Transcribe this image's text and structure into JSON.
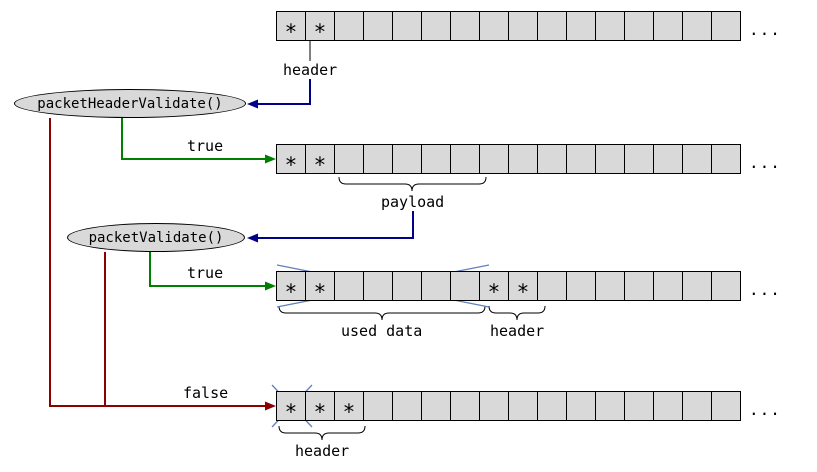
{
  "nodes": {
    "packet_header_validate": "packetHeaderValidate()",
    "packet_validate": "packetValidate()"
  },
  "branch_labels": {
    "true_header": "true",
    "true_packet": "true",
    "false_both": "false"
  },
  "region_labels": {
    "header_top": "header",
    "payload": "payload",
    "used_data": "used data",
    "header_consumed": "header",
    "header_resync": "header"
  },
  "ellipsis": "...",
  "rows": [
    {
      "cells": [
        "*",
        "*",
        "",
        "",
        "",
        "",
        "",
        "",
        "",
        "",
        "",
        "",
        "",
        "",
        "",
        ""
      ]
    },
    {
      "cells": [
        "*",
        "*",
        "",
        "",
        "",
        "",
        "",
        "",
        "",
        "",
        "",
        "",
        "",
        "",
        "",
        ""
      ]
    },
    {
      "cells": [
        "*",
        "*",
        "",
        "",
        "",
        "",
        "",
        "*",
        "*",
        "",
        "",
        "",
        "",
        "",
        "",
        ""
      ]
    },
    {
      "cells": [
        "*",
        "*",
        "*",
        "",
        "",
        "",
        "",
        "",
        "",
        "",
        "",
        "",
        "",
        "",
        "",
        ""
      ]
    }
  ],
  "colors": {
    "true_arrow": "#008000",
    "false_arrow": "#8b0000",
    "callback_arrow": "#00008b",
    "cross": "#6080c0",
    "cell_fill": "#d9d9d9"
  }
}
